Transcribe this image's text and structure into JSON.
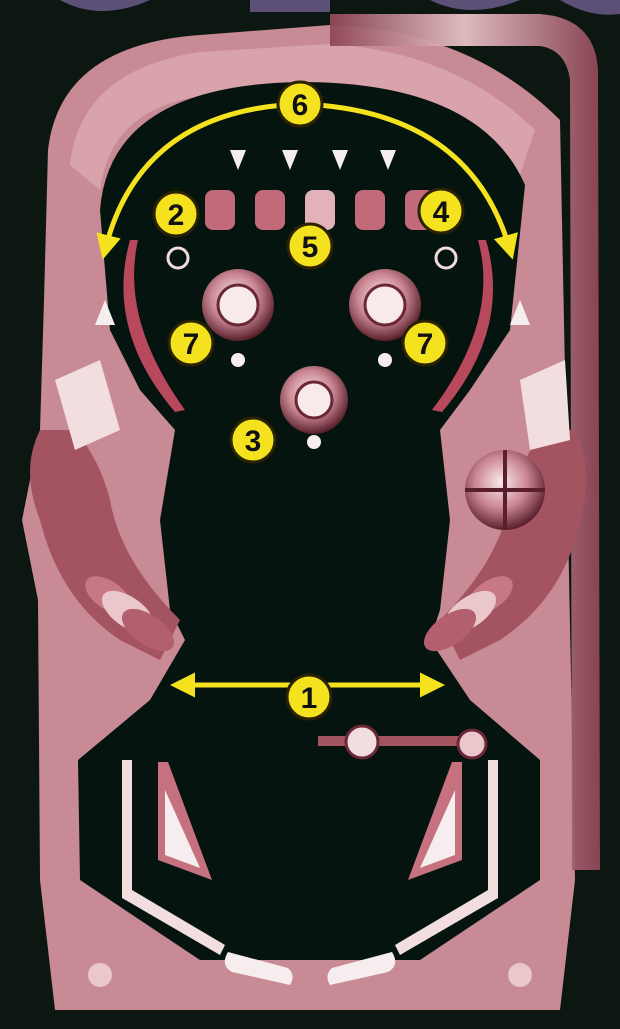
{
  "colors": {
    "background": "#0c1712",
    "playfield": "#06140f",
    "rail": "#b56a76",
    "rail_dark": "#7a3646",
    "rail_light": "#f1dada",
    "callout_fill": "#f4e21e",
    "callout_stroke": "#2a2200",
    "arrow": "#f4e21e",
    "purple_top": "#5d5077"
  },
  "callouts": [
    {
      "id": "c1",
      "label": "1"
    },
    {
      "id": "c2",
      "label": "2"
    },
    {
      "id": "c3",
      "label": "3"
    },
    {
      "id": "c4",
      "label": "4"
    },
    {
      "id": "c5",
      "label": "5"
    },
    {
      "id": "c6",
      "label": "6"
    },
    {
      "id": "c7a",
      "label": "7"
    },
    {
      "id": "c7b",
      "label": "7"
    }
  ]
}
